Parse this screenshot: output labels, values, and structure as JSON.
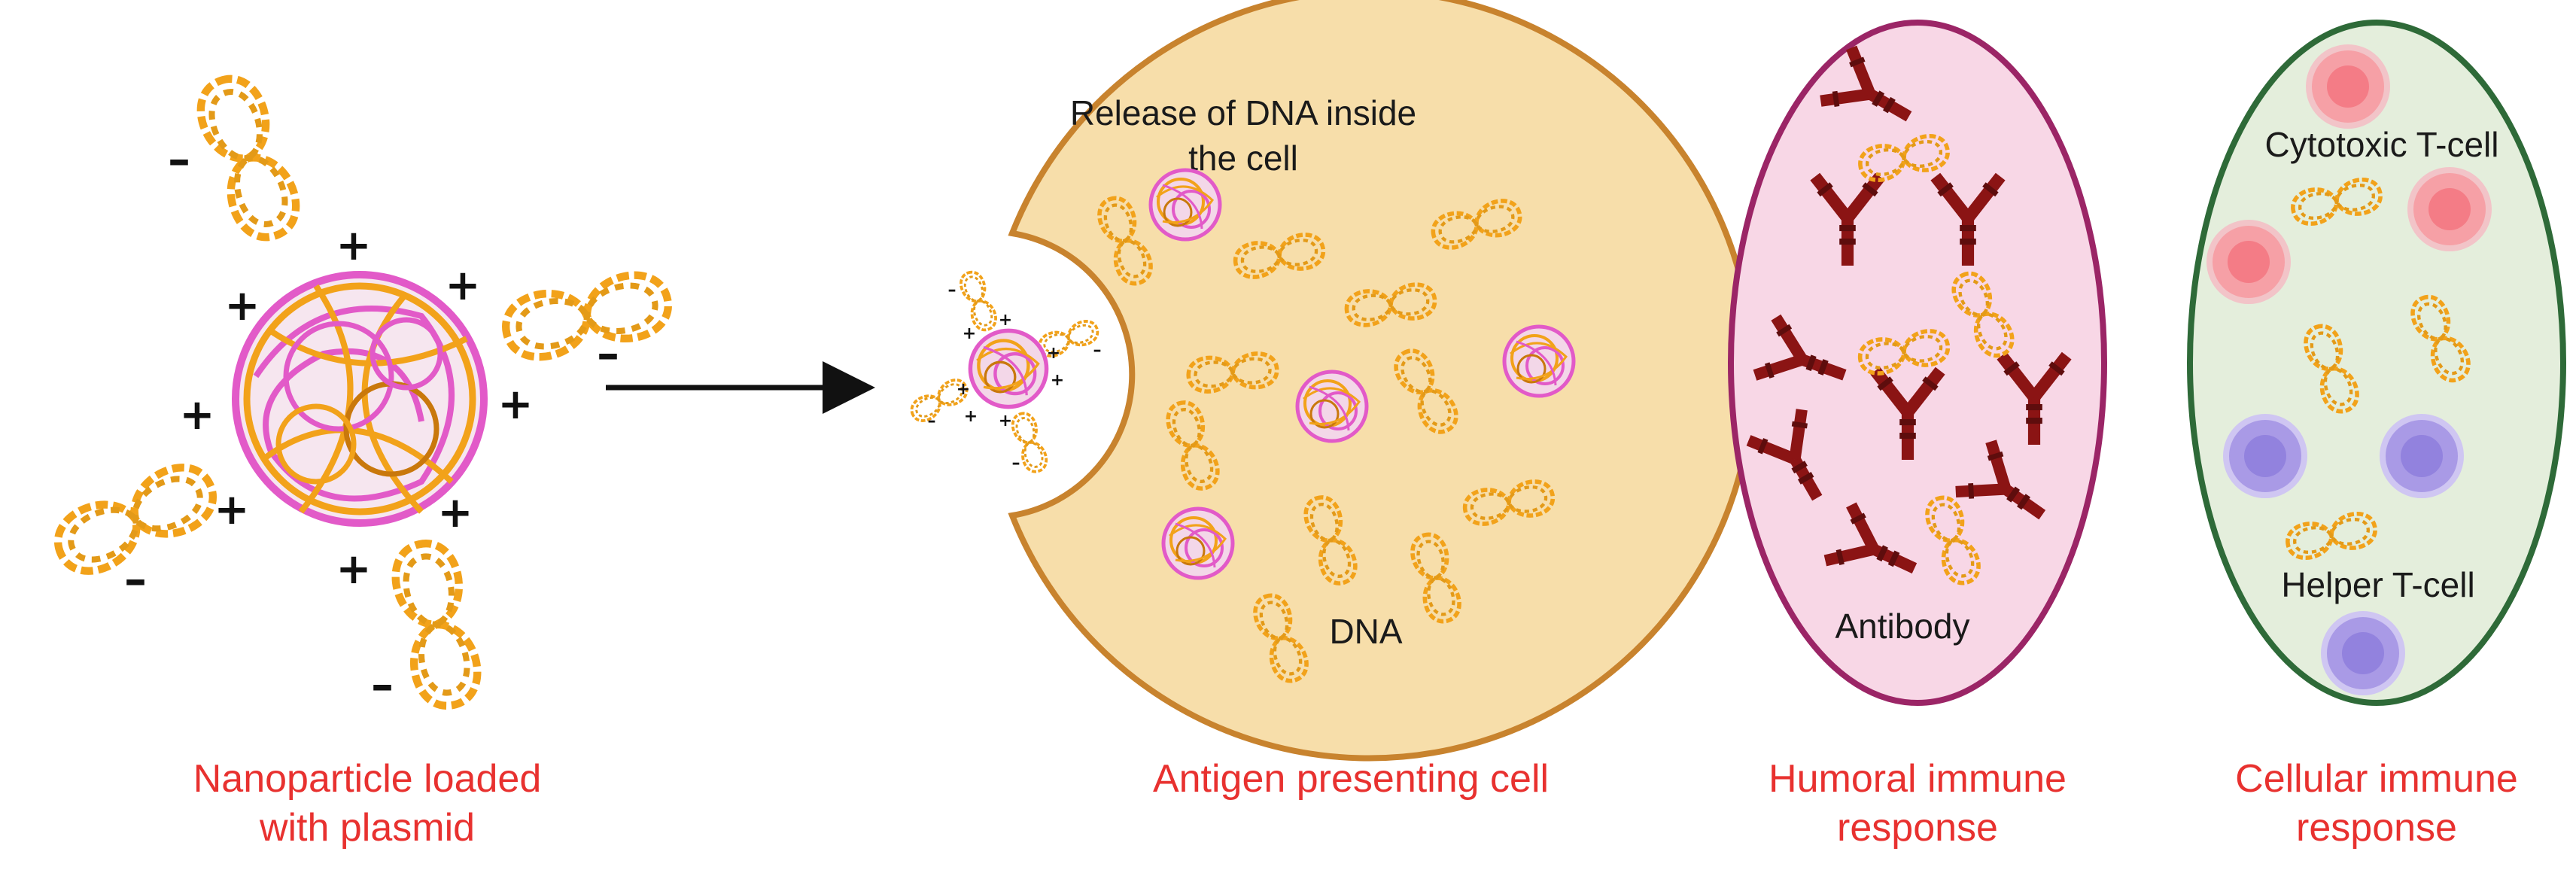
{
  "panels": {
    "nanoparticle": {
      "caption_line1": "Nanoparticle loaded",
      "caption_line2": "with plasmid",
      "charge_plus": "+",
      "charge_minus": "–"
    },
    "apc": {
      "caption": "Antigen presenting cell",
      "release_line1": "Release of DNA inside",
      "release_line2": "the cell",
      "dna_label": "DNA",
      "fill_color": "#f7deaa",
      "stroke_color": "#c8832e"
    },
    "humoral": {
      "caption_line1": "Humoral immune",
      "caption_line2": "response",
      "antibody_label": "Antibody",
      "fill_color": "#f8d7e6",
      "stroke_color": "#9b2566",
      "antibody_color": "#8b1414"
    },
    "cellular": {
      "caption_line1": "Cellular immune",
      "caption_line2": "response",
      "cytotoxic_label": "Cytotoxic T-cell",
      "helper_label": "Helper T-cell",
      "fill_color": "#e4eedc",
      "stroke_color": "#2e6a38",
      "cytotoxic_color": "#f6a0a6",
      "helper_color": "#a99ae6"
    }
  },
  "colors": {
    "plasmid": "#f2a21a",
    "plasmid_dark": "#c9780c",
    "nanoparticle_pink": "#e25ac8",
    "caption": "#e8312f"
  }
}
